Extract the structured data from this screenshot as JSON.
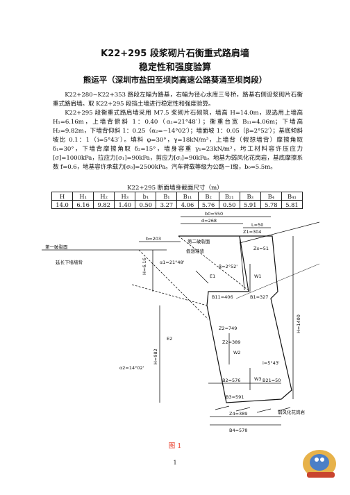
{
  "doc": {
    "title1": "K22+295 段浆砌片石衡重式路肩墙",
    "title2": "稳定性和强度验算",
    "author": "熊运平（深圳市盐田至坝岗高速公路葵涌至坝岗段）",
    "para1": "K22+280~K22+353 路段左幅为路基，右幅为径心水库三号桥，路基右侧设浆砌片石衡重式路肩墙。取 K22+295 段挡土墙进行稳定性和强度验算。",
    "para2": "K22+295 段衡重式路肩墙采用 M7.5 浆砌片石砌筑，墙高 H=14.0m，现选用上墙高 H₁=6.16m，上墙背俯斜 1：0.40（α₁=21°48′）；衡重台宽 B₁₁=4.06m；下墙高 H₂=9.82m，下墙背仰斜 1：0.25（α₂=−14°02′）；墙面坡 1：0.05（β=2°52′）；基底倾斜坡比 0.1：1（i=5°43′）。填料 φ=30°，γ=18kN/m³，上墙背（假想墙背）摩擦角取 δ₁=30°，下墙背摩擦角取 δ₂=15°，墙身容重 γ₁=23kN/m³，圬工材料容许压应力[σ]=1000kPa，拉应力[σ₁]=90kPa，剪应力[σⱼ]=90kPa。地基为弱风化花岗岩，基底摩擦系数 f=0.6，地基容许承载力[σ₀]=2500kPa。汽车荷载等级为公路－Ⅰ级，b₀=5.5m。",
    "table_caption": "K22+295 断面墙身截面尺寸（m）",
    "table": {
      "headers": [
        "H",
        "H₁",
        "H₂",
        "H₃",
        "b₁",
        "B₁",
        "B₁₁",
        "B₂",
        "B₂₁",
        "B₃",
        "B₄",
        "B₄₁"
      ],
      "values": [
        "14.0",
        "6.16",
        "9.82",
        "1.40",
        "0.50",
        "3.27",
        "4.06",
        "5.76",
        "0.50",
        "5.91",
        "5.78",
        "5.81"
      ]
    },
    "figure_caption": "图 1",
    "page_number": "1"
  },
  "figure": {
    "labels": {
      "b0": "b0=550",
      "d": "d=268",
      "L": "L=50",
      "z1": "Z1=304",
      "b": "b=203",
      "k1": "第一破裂面",
      "k2": "第二破裂面",
      "fake_back": "假想墙背",
      "bulk": "延长下墙墙背",
      "zx": "Zx=51",
      "h2": "H=6.16",
      "b11": "B11=406",
      "b1": "B1=327",
      "z2": "Z2=749",
      "z2b": "Z2=389",
      "h": "H=1400",
      "h982": "H=982",
      "b2": "B2=576",
      "b21": "B21=50",
      "b3": "B3=591",
      "z4": "Z4=389",
      "b4": "B4=578",
      "rock": "弱风化花岗岩",
      "e1": "E1",
      "e2": "E2",
      "w1": "W1",
      "w2": "W2",
      "w3": "W3",
      "i": "i=5°43'",
      "a1": "α1=21°48'",
      "a2": "α2=14°02'",
      "beta": "β=2°52'"
    }
  }
}
